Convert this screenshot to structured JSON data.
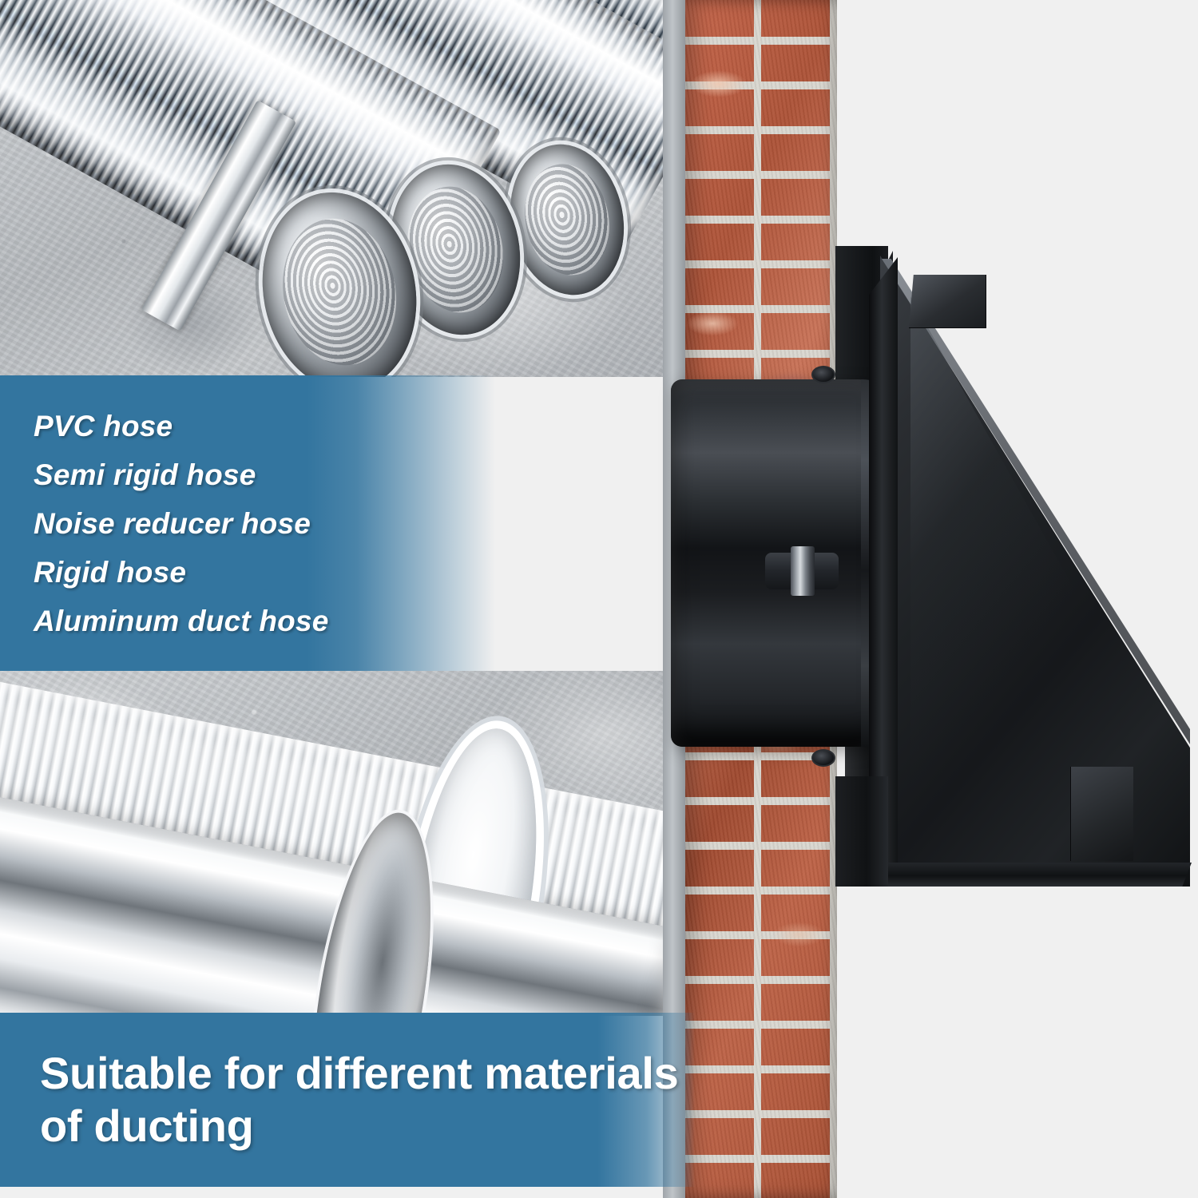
{
  "image": {
    "type": "product-marketing-infographic",
    "background_color": "#f0f0f0",
    "accent_color": "#33759f"
  },
  "features_banner": {
    "color": "#33759f",
    "items": [
      {
        "label": "PVC hose"
      },
      {
        "label": "Semi rigid hose"
      },
      {
        "label": "Noise reducer hose"
      },
      {
        "label": "Rigid hose"
      },
      {
        "label": "Aluminum duct hose"
      }
    ]
  },
  "caption_banner": {
    "color": "#33759f",
    "line1": "Suitable for different materials",
    "line2": "of ducting"
  },
  "photos": {
    "top": {
      "name": "aluminum-flexible-ducts-photo",
      "subject": "Three silver aluminum flexible duct hoses on concrete"
    },
    "bottom": {
      "name": "pvc-and-rigid-duct-photo",
      "subject": "White corrugated PVC hose with chrome rigid pipe on concrete"
    }
  },
  "product": {
    "name": "black-wall-vent-hood",
    "wall": "red-brick-wall",
    "parts": {
      "collar": "duct-collar",
      "latch": "collar-latch",
      "hood": "wedge-hood",
      "backplate": "wall-backplate"
    }
  }
}
